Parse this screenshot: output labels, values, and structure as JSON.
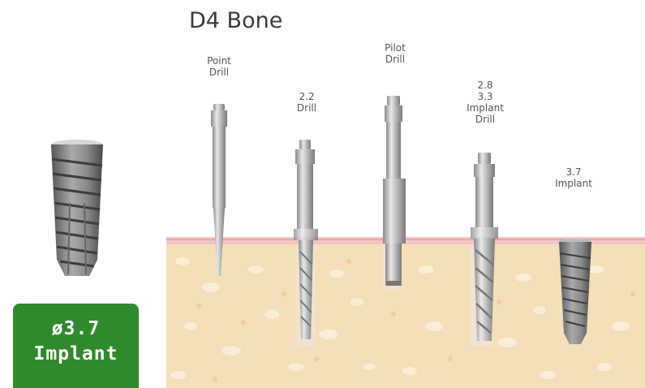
{
  "title": "D4 Bone",
  "steps": [
    {
      "lines": [
        "Point",
        "Drill"
      ]
    },
    {
      "lines": [
        "2.2",
        "Drill"
      ]
    },
    {
      "lines": [
        "Pilot",
        "Drill"
      ]
    },
    {
      "lines": [
        "2.8",
        "3.3",
        "Implant",
        "Drill"
      ]
    },
    {
      "lines": [
        "3.7",
        "Implant"
      ]
    }
  ],
  "badge": {
    "line1": "ø3.7",
    "line2": "Implant"
  },
  "colors": {
    "gum": "#f2c4c4",
    "bone": "#f3dfb8",
    "badge": "#2f8a2b"
  }
}
